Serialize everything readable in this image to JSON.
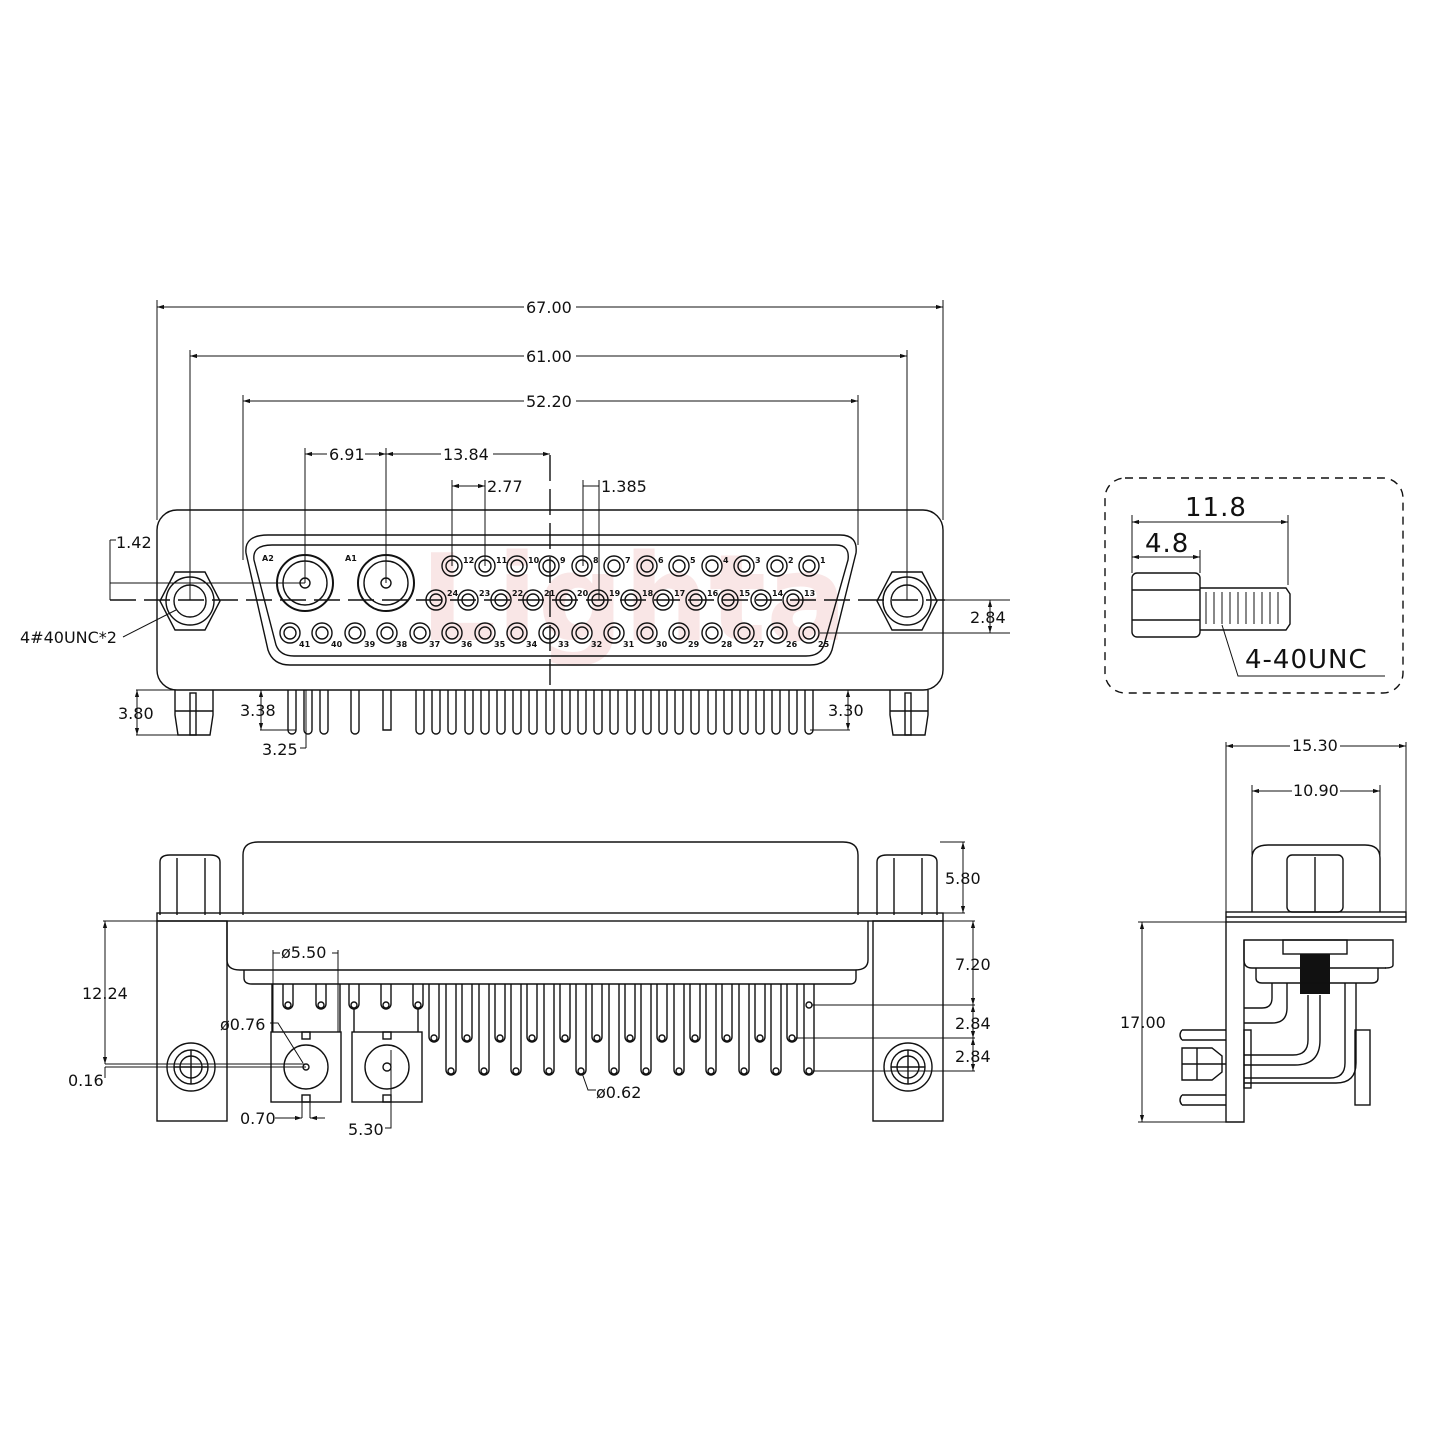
{
  "watermark": "Lighta",
  "front_view": {
    "dimensions": {
      "overall_width": "67.00",
      "mount_hole_spacing": "61.00",
      "shell_width": "52.20",
      "a2_to_a1": "6.91",
      "a1_to_center": "13.84",
      "pin_pitch": "2.77",
      "half_pitch": "1.385",
      "coax_offset": "1.42",
      "row_pitch": "2.84",
      "boardlock_left": "3.80",
      "boardlock_right": "3.30",
      "pin_tail_a": "3.38",
      "pin_tail_b": "3.25"
    },
    "thread_callout": "4#40UNC*2",
    "coax_labels": [
      "A2",
      "A1"
    ],
    "row1_pins": [
      "12",
      "11",
      "10",
      "9",
      "8",
      "7",
      "6",
      "5",
      "4",
      "3",
      "2",
      "1"
    ],
    "row2_pins": [
      "24",
      "23",
      "22",
      "21",
      "20",
      "19",
      "18",
      "17",
      "16",
      "15",
      "14",
      "13"
    ],
    "row3_pins": [
      "41",
      "40",
      "39",
      "38",
      "37",
      "36",
      "35",
      "34",
      "33",
      "32",
      "31",
      "30",
      "29",
      "28",
      "27",
      "26",
      "25"
    ]
  },
  "screw_detail": {
    "overall_length": "11.8",
    "hex_length": "4.8",
    "thread_label": "4-40UNC"
  },
  "bottom_view": {
    "dimensions": {
      "nut_height": "5.80",
      "shell_to_row1": "7.20",
      "row_pitch_1": "2.84",
      "row_pitch_2": "2.84",
      "height_to_hole": "12.24",
      "hole_offset": "0.16",
      "coax_diameter": "ø5.50",
      "coax_pin_diameter": "ø0.76",
      "coax_slot": "0.70",
      "coax_body": "5.30",
      "pin_diameter": "ø0.62"
    }
  },
  "side_view": {
    "dimensions": {
      "overall_depth": "15.30",
      "shell_depth": "10.90",
      "height": "17.00"
    }
  }
}
